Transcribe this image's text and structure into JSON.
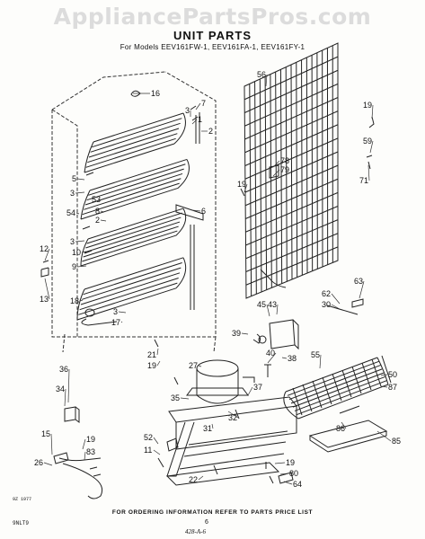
{
  "watermark": "AppliancePartsPros.com",
  "title": "UNIT PARTS",
  "subtitle": "For Models EEV161FW-1, EEV161FA-1, EEV161FY-1",
  "footer": "FOR ORDERING INFORMATION REFER TO PARTS PRICE LIST",
  "code_left": "9NLT9",
  "code_date": "9Z 1977",
  "page_number": "6",
  "code_bottom": "428-A-6",
  "callouts": [
    "16",
    "3",
    "7",
    "1",
    "2",
    "5",
    "3",
    "53",
    "6",
    "54",
    "8",
    "2",
    "3",
    "10",
    "9",
    "12",
    "13",
    "18",
    "3",
    "17",
    "56",
    "78",
    "79",
    "19",
    "19",
    "59",
    "71",
    "63",
    "62",
    "30",
    "45",
    "43",
    "39",
    "40",
    "38",
    "21",
    "19",
    "27",
    "37",
    "35",
    "32",
    "55",
    "50",
    "87",
    "36",
    "34",
    "31",
    "86",
    "85",
    "15",
    "19",
    "83",
    "26",
    "52",
    "11",
    "22",
    "19",
    "80",
    "64"
  ]
}
